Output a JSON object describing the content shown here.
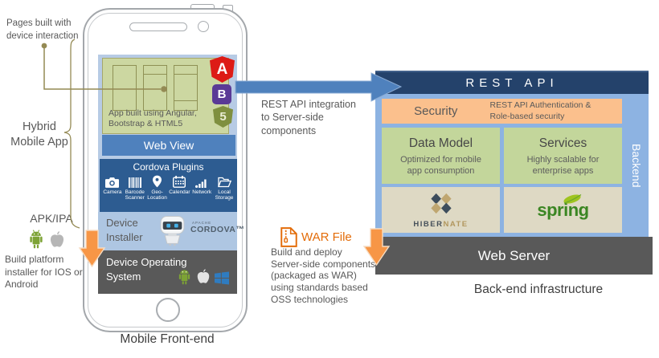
{
  "annotations": {
    "pages_built": "Pages built with\ndevice interaction",
    "hybrid_mobile_app": "Hybrid\nMobile App",
    "apk_ipa": "APK/IPA",
    "build_platform": "Build platform\ninstaller for IOS or\nAndroid",
    "mobile_front_end": "Mobile Front-end",
    "rest_api_integration": "REST API integration\nto Server-side\ncomponents",
    "war_file_label": "WAR File",
    "war_file_desc": "Build and deploy\nServer-side components\n(packaged as WAR)\nusing standards based\nOSS technologies",
    "back_end_infrastructure": "Back-end infrastructure"
  },
  "phone": {
    "app_panel": {
      "caption": "App built using Angular,\nBootstrap & HTML5",
      "angular_letter": "A",
      "bootstrap_letter": "B",
      "html5_letter": "5"
    },
    "web_view_label": "Web View",
    "plugins": {
      "title": "Cordova Plugins",
      "items": [
        {
          "label": "Camera"
        },
        {
          "label": "Barcode\nScanner"
        },
        {
          "label": "Geo-\nLocation"
        },
        {
          "label": "Calendar"
        },
        {
          "label": "Network"
        },
        {
          "label": "Local\nStorage"
        }
      ]
    },
    "installer": {
      "label": "Device\nInstaller",
      "brand_small": "APACHE",
      "brand": "CORDOVA™"
    },
    "os": {
      "label": "Device Operating\nSystem"
    }
  },
  "backend": {
    "rest_api_label": "REST API",
    "security": {
      "label": "Security",
      "desc": "REST API Authentication &\nRole-based security"
    },
    "data_model": {
      "title": "Data Model",
      "desc": "Optimized for mobile\napp consumption"
    },
    "services": {
      "title": "Services",
      "desc": "Highly scalable for\nenterprise apps"
    },
    "hibernate": {
      "part1": "HIBER",
      "part2": "NATE"
    },
    "spring_label": "spring",
    "backend_label": "Backend",
    "web_server_label": "Web Server"
  },
  "colors": {
    "accent_blue": "#4f81bd",
    "navy_bar": "#24426b",
    "plugins_panel": "#2d5c91",
    "backend_container": "#8db3e2",
    "screen_blue": "#b7cbe5",
    "green_cell": "#c3d69b",
    "app_panel_green": "#ccd7a1",
    "arrow_orange": "#f79646",
    "war_orange": "#e36c09",
    "security_peach": "#fbc08d",
    "logo_beige": "#ded9c4",
    "dark_gray": "#595959",
    "connector_olive": "#948a54"
  }
}
